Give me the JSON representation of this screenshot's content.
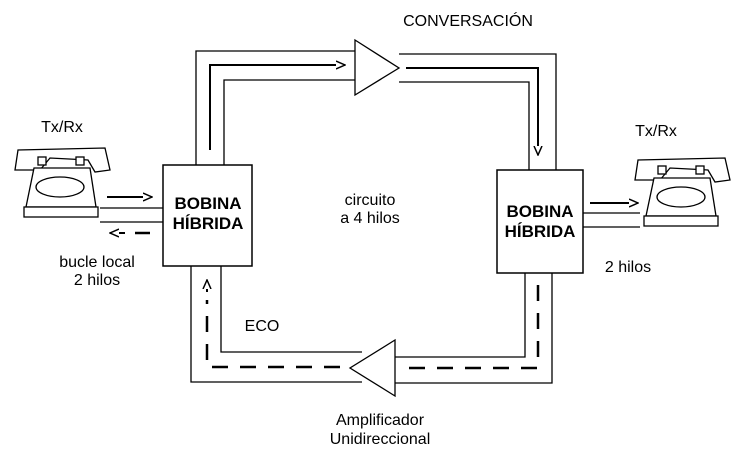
{
  "title": "CONVERSACIÓN",
  "left_phone_label": "Tx/Rx",
  "right_phone_label": "Tx/Rx",
  "left_hybrid": {
    "line1": "BOBINA",
    "line2": "HÍBRIDA"
  },
  "right_hybrid": {
    "line1": "BOBINA",
    "line2": "HÍBRIDA"
  },
  "center_label": {
    "line1": "circuito",
    "line2": "a 4 hilos"
  },
  "local_loop": {
    "line1": "bucle local",
    "line2": "2 hilos"
  },
  "right_wires": "2 hilos",
  "echo_label": "ECO",
  "amplifier_label": {
    "line1": "Amplificador",
    "line2": "Unidireccional"
  }
}
